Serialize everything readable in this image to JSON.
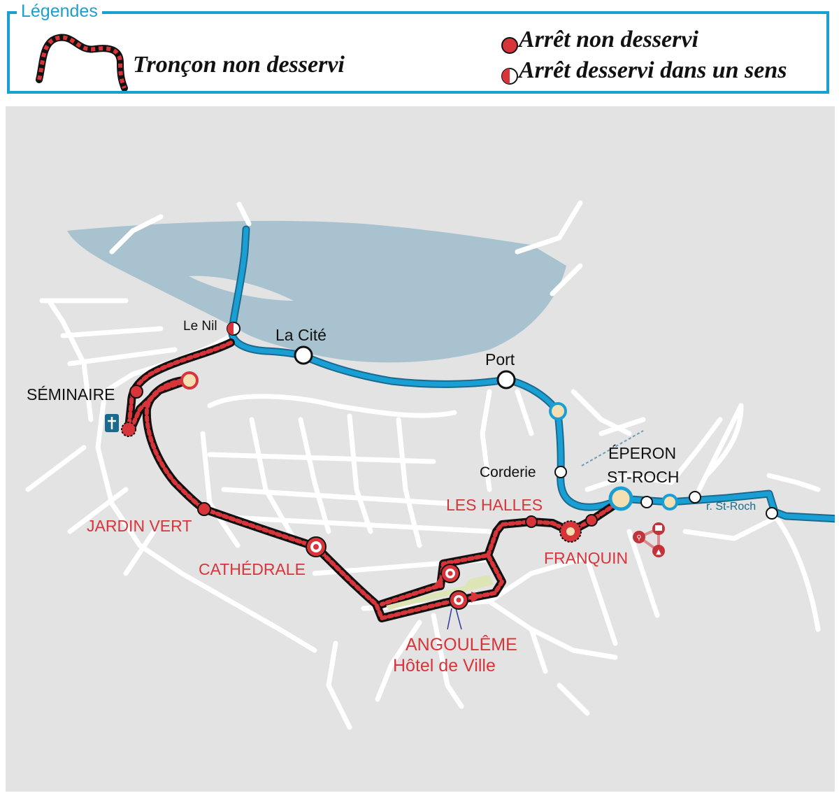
{
  "legend": {
    "title": "Légendes",
    "section_not_served": "Tronçon non desservi",
    "stop_not_served": "Arrêt non desservi",
    "stop_one_direction": "Arrêt desservi dans un sens"
  },
  "map": {
    "colors": {
      "line_served": "#1a9fd4",
      "line_not_served": "#111111",
      "line_not_served_dash": "#d8353b",
      "stop_not_served": "#d8353b",
      "label_not_served": "#d8353b",
      "label_served": "#111111",
      "water": "#a9c2cf",
      "land": "#e3e3e3",
      "streets": "#ffffff"
    },
    "labels": {
      "le_nil": "Le Nil",
      "la_cite": "La Cité",
      "port": "Port",
      "corderie": "Corderie",
      "eperon_1": "ÉPERON",
      "eperon_2": "ST-ROCH",
      "rue_st_roch": "r. St-Roch",
      "seminaire": "SÉMINAIRE",
      "jardin_vert": "JARDIN VERT",
      "cathedrale": "CATHÉDRALE",
      "les_halles": "LES HALLES",
      "franquin": "FRANQUIN",
      "angouleme": "ANGOULÊME",
      "hotel_de_ville": "Hôtel de Ville"
    },
    "icons": [
      "church-icon",
      "bike-icon",
      "bus-icon",
      "parking-icon"
    ]
  }
}
